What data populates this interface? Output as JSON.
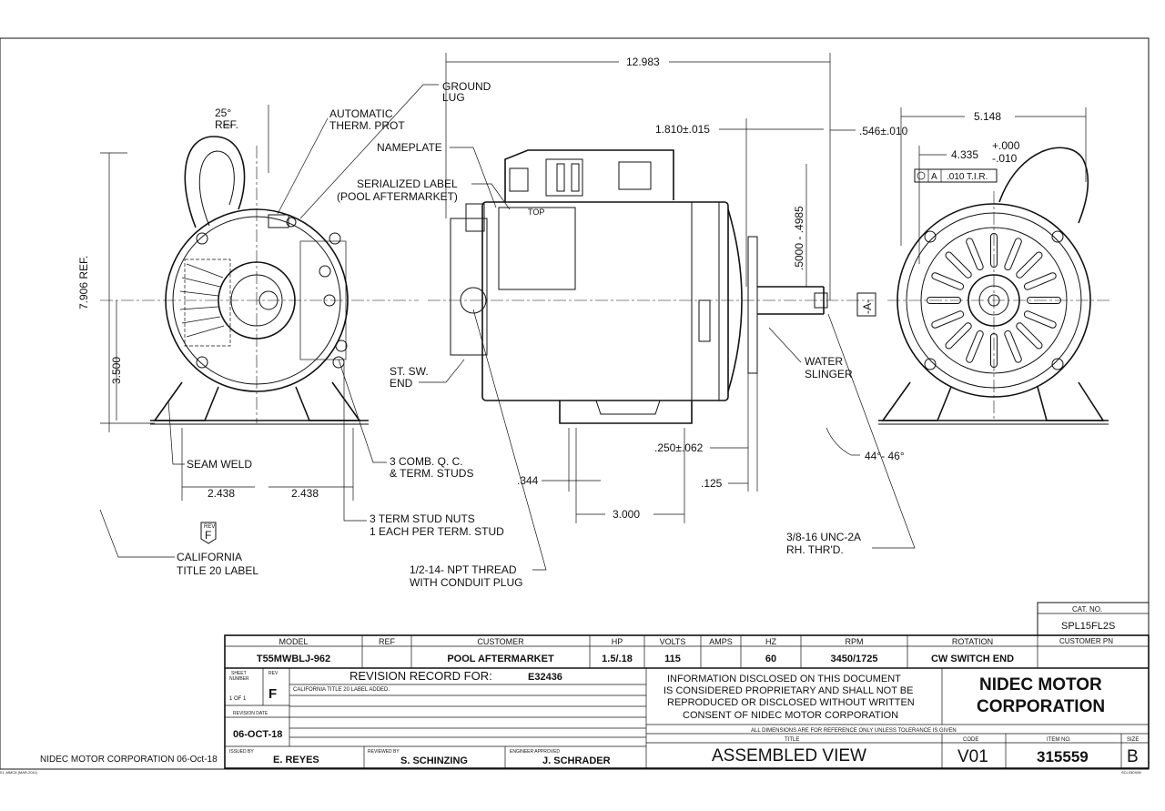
{
  "dimensions": {
    "overall_length": "12.983",
    "shaft_ext": "1.810±.015",
    "face_to_shoulder": ".546±.010",
    "end_dia": "5.148",
    "pilot": "4.335",
    "tol_plus": "+.000",
    "tol_minus": "-.010",
    "shaft_dia": ".5000 - .4985",
    "datum": "-A-",
    "tir": ".010 T.I.R.",
    "tir_datum": "A",
    "angle": "25°",
    "angle_ref": "REF.",
    "height": "7.906 REF.",
    "center_height": "3.500",
    "hole_left": "2.438",
    "hole_right": "2.438",
    "mount_gap": ".344",
    "base_slot": "3.000",
    "flange": ".250±.062",
    "foot": ".125",
    "slinger_angle": "44°- 46°"
  },
  "callouts": {
    "ground_lug_1": "GROUND",
    "ground_lug_2": "LUG",
    "auto_therm_1": "AUTOMATIC",
    "auto_therm_2": "THERM. PROT",
    "nameplate": "NAMEPLATE",
    "serial_1": "SERIALIZED LABEL",
    "serial_2": "(POOL AFTERMARKET)",
    "top": "TOP",
    "st_sw_1": "ST. SW.",
    "st_sw_2": "END",
    "water_1": "WATER",
    "water_2": "SLINGER",
    "seam_weld": "SEAM WELD",
    "comb_1": "3 COMB. Q. C.",
    "comb_2": "& TERM. STUDS",
    "nuts_1": "3 TERM STUD NUTS",
    "nuts_2": "1 EACH PER TERM. STUD",
    "rev_mark_small": "REV",
    "rev_mark": "F",
    "cal_1": "CALIFORNIA",
    "cal_2": "TITLE 20 LABEL",
    "npt_1": "1/2-14- NPT THREAD",
    "npt_2": "WITH CONDUIT PLUG",
    "thread_1": "3/8-16 UNC-2A",
    "thread_2": "RH. THR'D."
  },
  "title_block": {
    "cat_no_label": "CAT. NO.",
    "cat_no": "SPL15FL2S",
    "customer_pn_label": "CUSTOMER PN",
    "headers": [
      "MODEL",
      "REF",
      "CUSTOMER",
      "HP",
      "VOLTS",
      "AMPS",
      "HZ",
      "RPM",
      "ROTATION"
    ],
    "values": [
      "T55MWBLJ-962",
      "",
      "POOL AFTERMARKET",
      "1.5/.18",
      "115",
      "",
      "60",
      "3450/1725",
      "CW SWITCH END"
    ],
    "sheet_label_1": "SHEET",
    "sheet_label_2": "NUMBER",
    "sheet": "1 OF 1",
    "rev_label": "REV",
    "rev": "F",
    "revision_record": "REVISION RECORD FOR:",
    "revision_id": "E32436",
    "revision_note": "CALIFORNIA TITLE 20 LABEL ADDED.",
    "revision_date_label": "REVISION DATE",
    "revision_date": "06-OCT-18",
    "notice_1": "INFORMATION DISCLOSED ON THIS DOCUMENT",
    "notice_2": "IS CONSIDERED PROPRIETARY AND SHALL NOT BE",
    "notice_3": "REPRODUCED OR DISCLOSED WITHOUT WRITTEN",
    "notice_4": "CONSENT OF NIDEC MOTOR CORPORATION",
    "company_1": "NIDEC MOTOR",
    "company_2": "CORPORATION",
    "dims_note": "ALL DIMENSIONS ARE FOR REFERENCE ONLY UNLESS TOLERANCE IS GIVEN",
    "issued_by_label": "ISSUED BY",
    "issued_by": "E. REYES",
    "reviewed_by_label": "REVIEWED BY",
    "reviewed_by": "S. SCHINZING",
    "engineer_label": "ENGINEER APPROVED",
    "engineer": "J. SCHRADER",
    "title_label": "TITLE",
    "title": "ASSEMBLED VIEW",
    "code_label": "CODE",
    "code": "V01",
    "item_label": "ITEM NO.",
    "item": "315559",
    "size_label": "SIZE",
    "size": "B"
  },
  "footer": {
    "left_note": "NIDEC MOTOR CORPORATION 06-Oct-18",
    "tiny_left": "01_MMC8 (MAR-2011)",
    "tiny_right": "SCL030X08"
  }
}
